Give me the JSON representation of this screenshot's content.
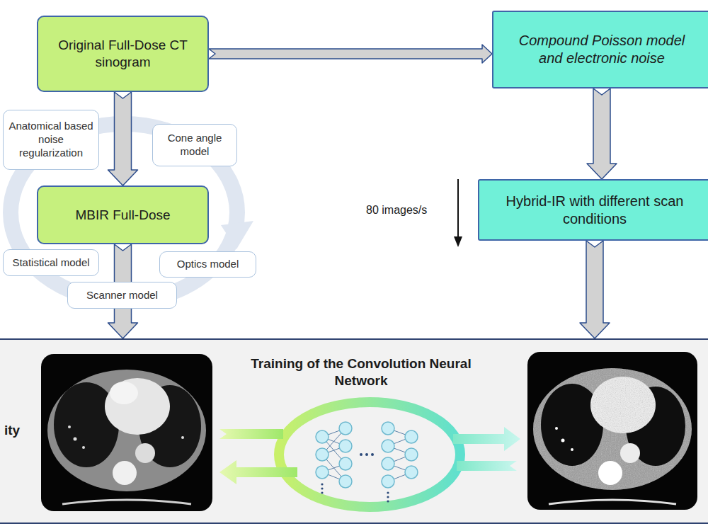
{
  "diagram": {
    "nodes": [
      {
        "text": [
          "Original Full-Dose CT sinogram"
        ]
      },
      {
        "text": [
          "Compound Poisson model and electronic noise"
        ]
      },
      {
        "text": [
          "Anatomical based noise regularization"
        ]
      },
      {
        "text": [
          "Cone angle model"
        ]
      },
      {
        "text": [
          "MBIR Full-Dose"
        ]
      },
      {
        "text": [
          "Statistical model"
        ]
      },
      {
        "text": [
          "Optics model"
        ]
      },
      {
        "text": [
          "Scanner model"
        ]
      },
      {
        "text": [
          "Hybrid-IR with different scan conditions"
        ]
      },
      {
        "text": [
          "ity",
          "Training of the Convolution Neural Network"
        ]
      }
    ],
    "edges": [
      {
        "from": 0,
        "to": 1,
        "arrow": "to"
      },
      {
        "from": 0,
        "to": 4,
        "arrow": "to"
      },
      {
        "from": 1,
        "to": 8,
        "arrow": "to"
      },
      {
        "from": 4,
        "to": 9,
        "arrow": "to"
      },
      {
        "from": 8,
        "to": 9,
        "arrow": "to"
      }
    ],
    "labels": [
      "80 images/s"
    ]
  }
}
